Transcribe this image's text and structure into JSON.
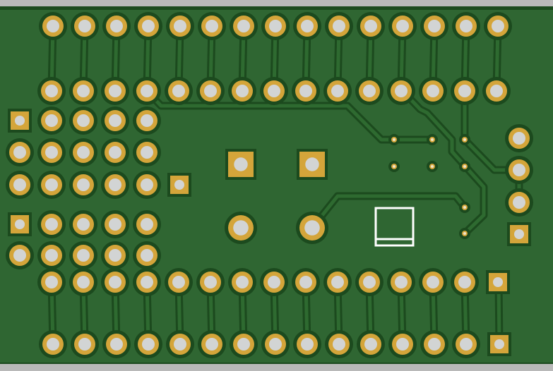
{
  "board": {
    "view": "pcb-3d-render-top",
    "colors": {
      "background": "#b9b9b9",
      "soldermask": "#2f6632",
      "clearance": "#1c4a1e",
      "copper_trace": "#2e6a30",
      "pad_gold": "#d4a53a",
      "drill": "#d2d4d4",
      "silkscreen": "#ffffff"
    },
    "headers": {
      "top_row_pad_count": 15,
      "second_row_pad_count": 15,
      "bottom_upper_row_pad_count": 15,
      "bottom_lower_row_pad_count": 15,
      "left_grid_rows": 5,
      "right_header_pad_count": 4
    },
    "via_count": 8
  }
}
